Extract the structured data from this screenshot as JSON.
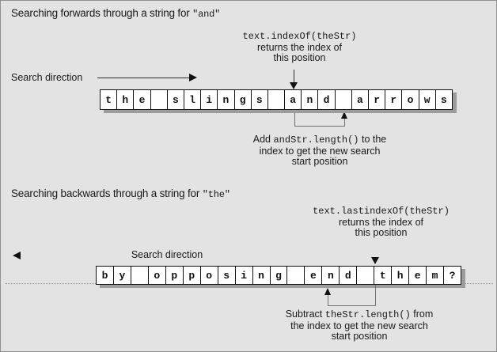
{
  "colors": {
    "background": "#e3e3e3",
    "frame_border": "#919191",
    "text": "#1a1a1a",
    "cell_background": "#ffffff",
    "cell_border": "#111111",
    "grid_shadow": "#9c9c9c",
    "bracket_line": "#707070"
  },
  "forward": {
    "heading_prefix": "Searching forwards through a string for ",
    "heading_code": "\"and\"",
    "callout_code": "text.indexOf(theStr)",
    "callout_line2": "returns the index of",
    "callout_line3": "this position",
    "direction_label": "Search direction",
    "cells": [
      "t",
      "h",
      "e",
      " ",
      "s",
      "l",
      "i",
      "n",
      "g",
      "s",
      " ",
      "a",
      "n",
      "d",
      " ",
      "a",
      "r",
      "r",
      "o",
      "w",
      "s"
    ],
    "note_pre": "Add ",
    "note_code": "andStr.length()",
    "note_post": " to the",
    "note_line2": "index to get the new search",
    "note_line3": "start position"
  },
  "backward": {
    "heading_prefix": "Searching backwards through a string for ",
    "heading_code": "\"the\"",
    "callout_code": "text.lastindexOf(theStr)",
    "callout_line2": "returns the index of",
    "callout_line3": "this position",
    "direction_label": "Search direction",
    "cells": [
      "b",
      "y",
      " ",
      "o",
      "p",
      "p",
      "o",
      "s",
      "i",
      "n",
      "g",
      " ",
      "e",
      "n",
      "d",
      " ",
      "t",
      "h",
      "e",
      "m",
      "?"
    ],
    "note_pre": "Subtract ",
    "note_code": "theStr.length()",
    "note_post": " from",
    "note_line2": "the index to get the new search",
    "note_line3": "start position"
  }
}
